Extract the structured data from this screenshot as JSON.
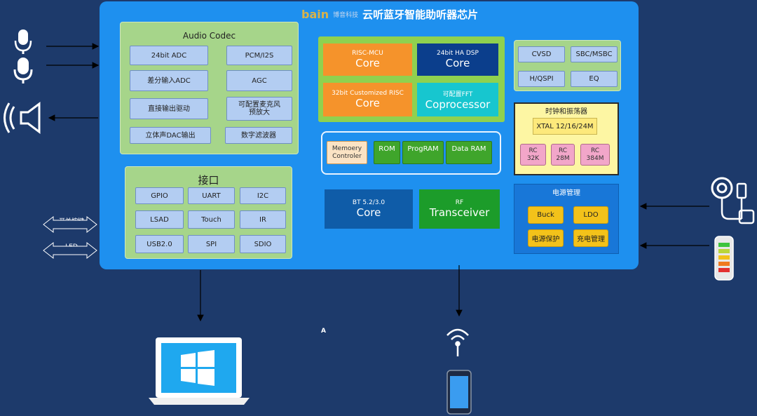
{
  "header": {
    "logo": "bain",
    "logo_sub": "博音科技",
    "title": "云听蓝牙智能助听器芯片"
  },
  "audio_codec": {
    "title": "Audio Codec",
    "items": [
      "24bit ADC",
      "PCM/I2S",
      "差分输入ADC",
      "AGC",
      "直接输出驱动",
      "可配置麦克风预放大",
      "立体声DAC输出",
      "数字滤波器"
    ]
  },
  "interface": {
    "title": "接口",
    "items": [
      "GPIO",
      "UART",
      "I2C",
      "LSAD",
      "Touch",
      "IR",
      "USB2.0",
      "SPI",
      "SDIO"
    ]
  },
  "cores": {
    "risc_mcu": {
      "sub": "RISC-MCU",
      "main": "Core"
    },
    "ha_dsp": {
      "sub": "24bit HA DSP",
      "main": "Core"
    },
    "custom_risc": {
      "sub": "32bit Customized RISC",
      "main": "Core"
    },
    "fft": {
      "sub": "可配置FFT",
      "main": "Coprocessor"
    }
  },
  "memory": {
    "controller": "Memoery Controler",
    "rom": "ROM",
    "program": "ProgRAM",
    "dataram": "Data RAM"
  },
  "bt": {
    "sub": "BT 5.2/3.0",
    "main": "Core"
  },
  "rf": {
    "sub": "RF",
    "main": "Transceiver"
  },
  "codecs": [
    "CVSD",
    "SBC/MSBC",
    "H/QSPI",
    "EQ"
  ],
  "clock": {
    "title": "时钟和振荡器",
    "xtal": "XTAL 12/16/24M",
    "rc": [
      "RC 32K",
      "RC 28M",
      "RC 384M"
    ]
  },
  "power": {
    "title": "电源管理",
    "items": [
      "Buck",
      "LDO",
      "电源保护",
      "充电管理"
    ]
  },
  "side_labels": {
    "switch": "开关按键",
    "led": "LED"
  },
  "bottom_label": "A",
  "colors": {
    "chip": "#1e90ef",
    "background": "#1d3a6b",
    "green": "#a6d58a",
    "orange": "#f5932b",
    "navy": "#0b3e8c",
    "cyan": "#17c6cf",
    "rf_green": "#1c9c2a",
    "yellow": "#f3c21a"
  }
}
